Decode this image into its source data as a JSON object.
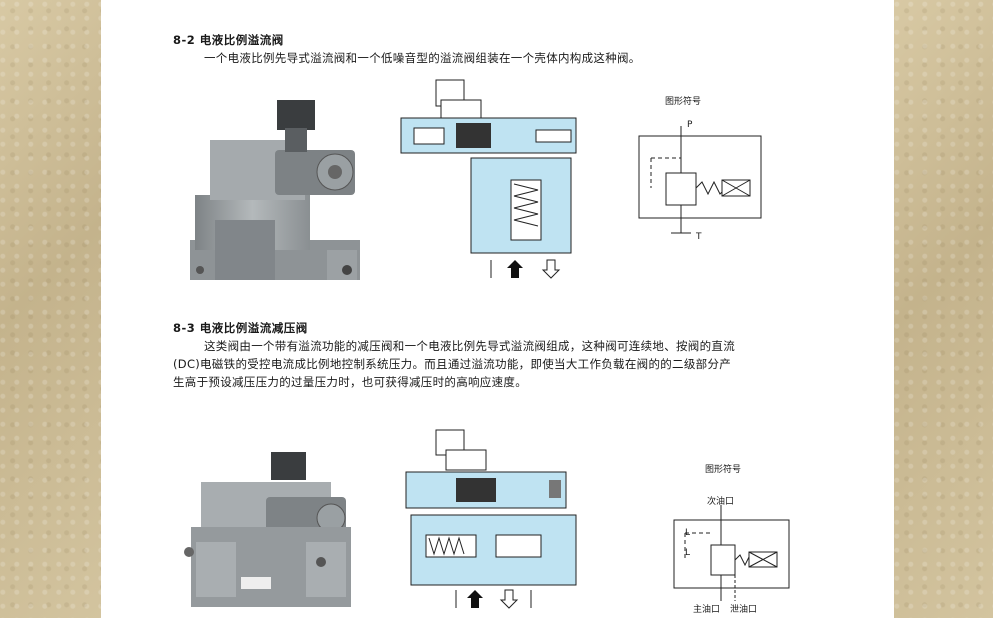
{
  "section_82": {
    "heading": "8-2  电液比例溢流阀",
    "desc": "一个电液比例先导式溢流阀和一个低噪音型的溢流阀组装在一个壳体内构成这种阀。",
    "symbol_caption": "图形符号",
    "port_p": "P",
    "port_t": "T"
  },
  "section_83": {
    "heading": "8-3  电液比例溢流减压阀",
    "para_line1": "这类阀由一个带有溢流功能的减压阀和一个电液比例先导式溢流阀组成，这种阀可连续地、按阀的直流",
    "para_line2": "(DC)电磁铁的受控电流成比例地控制系统压力。而且通过溢流功能，即使当大工作负载在阀的的二级部分产",
    "para_line3": "生高于预设减压压力的过量压力时，也可获得减压时的高响应速度。",
    "symbol_caption": "图形符号",
    "port_secondary": "次油口",
    "port_main": "主油口",
    "port_drain": "泄油口",
    "label_l_top": "L",
    "label_l_side": "L"
  },
  "colors": {
    "page_bg": "#ffffff",
    "side_bg": "#cdbf9c",
    "valve_gray": "#9ea3a6",
    "section_blue": "#bfe3f2"
  }
}
